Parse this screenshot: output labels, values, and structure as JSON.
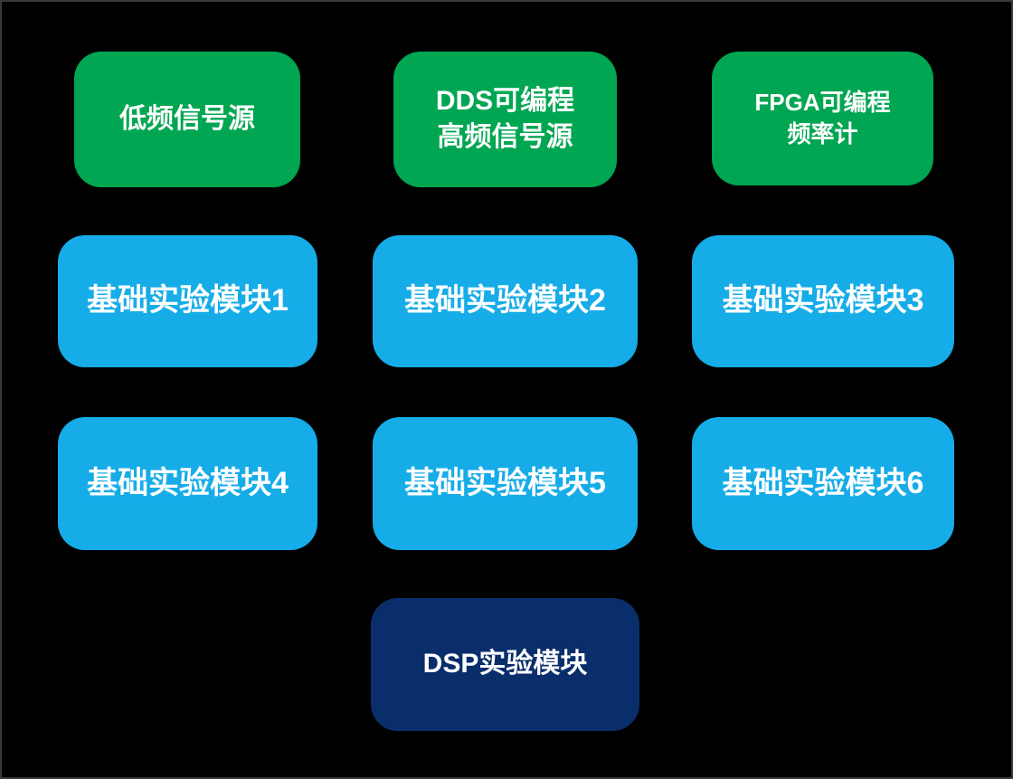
{
  "colors": {
    "background": "#000000",
    "green": "#00A651",
    "blue": "#16ACE8",
    "navy": "#0A2E6B",
    "text": "#FFFFFF"
  },
  "nodes": {
    "top": [
      {
        "lines": [
          "低频信号源"
        ]
      },
      {
        "lines": [
          "DDS可编程",
          "高频信号源"
        ]
      },
      {
        "lines": [
          "FPGA可编程",
          "频率计"
        ]
      }
    ],
    "middle_row1": [
      {
        "label": "基础实验模块1"
      },
      {
        "label": "基础实验模块2"
      },
      {
        "label": "基础实验模块3"
      }
    ],
    "middle_row2": [
      {
        "label": "基础实验模块4"
      },
      {
        "label": "基础实验模块5"
      },
      {
        "label": "基础实验模块6"
      }
    ],
    "bottom": {
      "label": "DSP实验模块"
    }
  }
}
